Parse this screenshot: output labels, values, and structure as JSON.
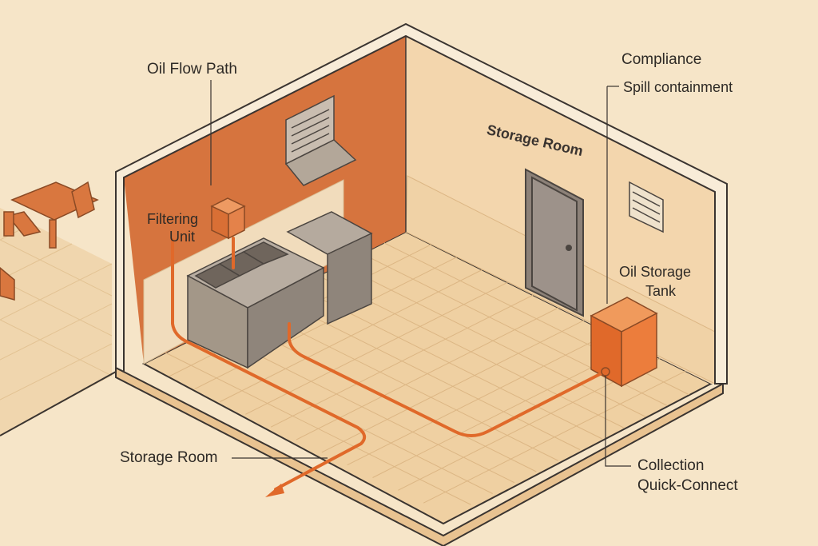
{
  "labels": {
    "oil_flow_path": "Oil Flow Path",
    "filtering_unit_1": "Filtering",
    "filtering_unit_2": "Unit",
    "storage_room_sign": "Storage Room",
    "compliance": "Compliance",
    "spill_containment": "Spill containment",
    "oil_storage_tank_1": "Oil Storage",
    "oil_storage_tank_2": "Tank",
    "storage_room_bottom": "Storage Room",
    "collection_1": "Collection",
    "collection_2": "Quick-Connect"
  },
  "colors": {
    "background": "#f6e5c8",
    "accent_wall": "#d6743e",
    "right_wall": "#f3d6ad",
    "floor": "#efd0a2",
    "pipe": "#e0692a",
    "tank": "#e8783a",
    "outline": "#3a3430"
  }
}
